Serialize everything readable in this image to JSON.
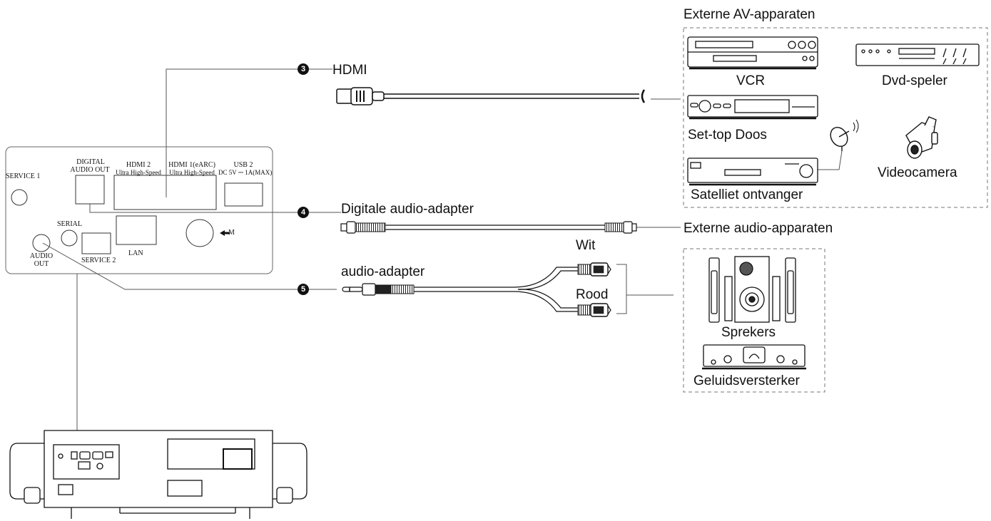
{
  "external_av": {
    "title": "Externe AV-apparaten",
    "devices": {
      "vcr": "VCR",
      "dvd": "Dvd-speler",
      "settop": "Set-top Doos",
      "satellite": "Satelliet ontvanger",
      "camera": "Videocamera"
    }
  },
  "external_audio": {
    "title": "Externe audio-apparaten",
    "devices": {
      "speakers": "Sprekers",
      "amplifier": "Geluidsversterker"
    }
  },
  "cables": {
    "hdmi": {
      "number": "3",
      "label": "HDMI"
    },
    "digital": {
      "number": "4",
      "label": "Digitale audio-adapter"
    },
    "audio": {
      "number": "5",
      "label": "audio-adapter",
      "white": "Wit",
      "red": "Rood"
    }
  },
  "panel": {
    "service1": "SERVICE 1",
    "digital_out_1": "DIGITAL",
    "digital_out_2": "AUDIO OUT",
    "hdmi2_1": "HDMI 2",
    "hdmi2_2": "Ultra High-Speed",
    "hdmi1_1": "HDMI 1(eARC)",
    "hdmi1_2": "Ultra High-Speed",
    "usb_1": "USB 2",
    "usb_2": "DC 5V ⎓ 1A(MAX)",
    "serial": "SERIAL",
    "audio_out_1": "AUDIO",
    "audio_out_2": "OUT",
    "service2": "SERVICE 2",
    "lan": "LAN",
    "m": "M"
  }
}
